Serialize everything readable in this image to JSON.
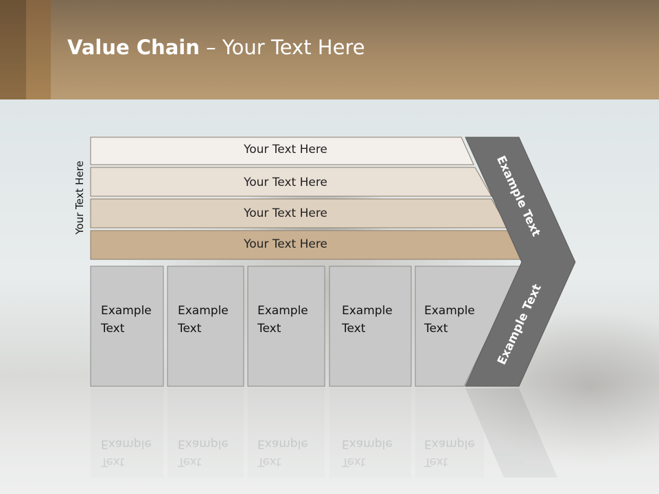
{
  "title": {
    "bold": "Value Chain",
    "rest": " – Your Text Here"
  },
  "side_label": "Your Text Here",
  "rows": [
    {
      "label": "Your Text Here"
    },
    {
      "label": "Your Text Here"
    },
    {
      "label": "Your Text Here"
    },
    {
      "label": "Your Text Here"
    }
  ],
  "boxes": [
    {
      "line1": "Example",
      "line2": "Text"
    },
    {
      "line1": "Example",
      "line2": "Text"
    },
    {
      "line1": "Example",
      "line2": "Text"
    },
    {
      "line1": "Example",
      "line2": "Text"
    },
    {
      "line1": "Example",
      "line2": "Text"
    }
  ],
  "chevron": {
    "upper": "Example Text",
    "lower": "Example Text"
  },
  "colors": {
    "row_fills": [
      "#f3f0ec",
      "#e9e0d6",
      "#dfd1c0",
      "#c8b091"
    ],
    "box_fill": "#c8c8c8",
    "chevron_fill": "#6f6f6f",
    "header": "#a68a66"
  }
}
